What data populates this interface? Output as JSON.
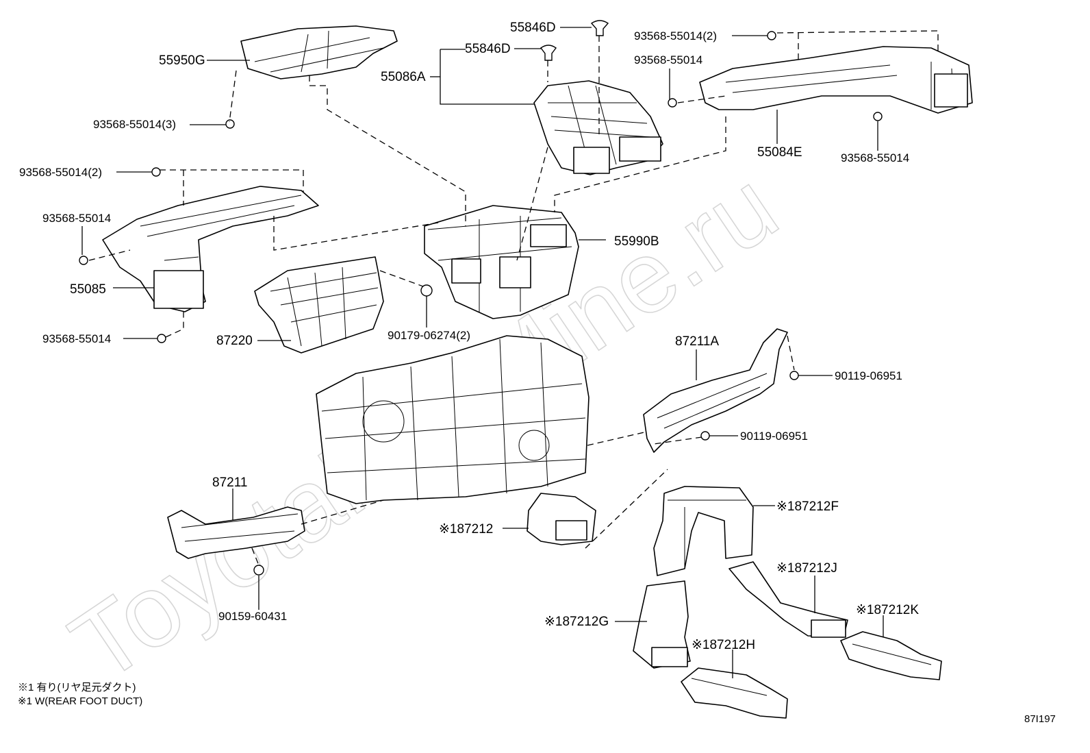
{
  "watermark": "ToyotaPartMine.ru",
  "labels": {
    "p55950G": "55950G",
    "p93568_3": "93568-55014(3)",
    "p55846D_top": "55846D",
    "p55846D": "55846D",
    "p55086A": "55086A",
    "p93568_2_top": "93568-55014(2)",
    "p93568_r1": "93568-55014",
    "p55084E": "55084E",
    "p93568_r2": "93568-55014",
    "p93568_2_left": "93568-55014(2)",
    "p93568_l1": "93568-55014",
    "p55085": "55085",
    "p93568_l2": "93568-55014",
    "p55990B": "55990B",
    "p87220": "87220",
    "p90179": "90179-06274(2)",
    "p87211A": "87211A",
    "p90119_a": "90119-06951",
    "p90119_b": "90119-06951",
    "p87211": "87211",
    "p90159": "90159-60431",
    "p87212": "※187212",
    "p87212F": "※187212F",
    "p87212J": "※187212J",
    "p87212K": "※187212K",
    "p87212G": "※187212G",
    "p87212H": "※187212H"
  },
  "notes": {
    "line1": "※1 有り(リヤ足元ダクト)",
    "line2": "※1 W(REAR FOOT DUCT)"
  },
  "diagram_code": "87I197"
}
